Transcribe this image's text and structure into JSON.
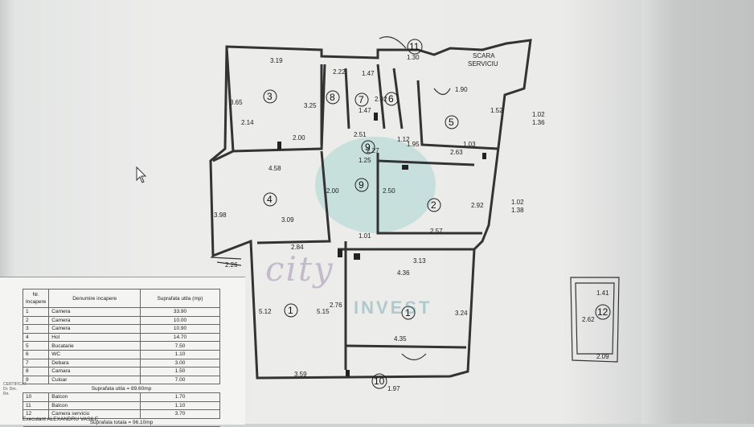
{
  "plan": {
    "rooms": [
      {
        "num": "1"
      },
      {
        "num": "1"
      },
      {
        "num": "2"
      },
      {
        "num": "3"
      },
      {
        "num": "4"
      },
      {
        "num": "5"
      },
      {
        "num": "6"
      },
      {
        "num": "7"
      },
      {
        "num": "8"
      },
      {
        "num": "9"
      },
      {
        "num": "9"
      },
      {
        "num": "10"
      },
      {
        "num": "11"
      },
      {
        "num": "12"
      }
    ],
    "stair_label_1": "SCARA",
    "stair_label_2": "SERVICIU",
    "dims": [
      "3.19",
      "2.22",
      "1.47",
      "1.30",
      "1.90",
      "3.65",
      "3.25",
      "1.47",
      "2.02",
      "2.14",
      "2.00",
      "2.51",
      "2.27",
      "1.03",
      "2.63",
      "1.52",
      "1.02",
      "1.36",
      "4.58",
      "1.25",
      "2.50",
      "2.00",
      "2.92",
      "3.09",
      "2.57",
      "1.02",
      "1.38",
      "2.84",
      "3.13",
      "4.36",
      "5.12",
      "5.15",
      "2.76",
      "3.24",
      "4.35",
      "3.59",
      "1.97",
      "1.41",
      "2.62",
      "2.09",
      "3.98",
      "1.01",
      "1.95",
      "2.26",
      "1.12"
    ]
  },
  "watermark": {
    "text1": "city",
    "text2": "INVEST"
  },
  "table": {
    "headers": [
      "Nr. Incapere",
      "Denumire incapere",
      "Suprafata utila (mp)"
    ],
    "rows": [
      {
        "nr": "1",
        "name": "Camera",
        "area": "33.90"
      },
      {
        "nr": "2",
        "name": "Camera",
        "area": "10.00"
      },
      {
        "nr": "3",
        "name": "Camera",
        "area": "10.90"
      },
      {
        "nr": "4",
        "name": "Hol",
        "area": "14.70"
      },
      {
        "nr": "5",
        "name": "Bucatarie",
        "area": "7.50"
      },
      {
        "nr": "6",
        "name": "WC",
        "area": "1.10"
      },
      {
        "nr": "7",
        "name": "Debara",
        "area": "3.00"
      },
      {
        "nr": "8",
        "name": "Camara",
        "area": "1.50"
      },
      {
        "nr": "9",
        "name": "Culoar",
        "area": "7.00"
      }
    ],
    "sum_util": "Suprafata utila = 89.60mp",
    "rows2": [
      {
        "nr": "10",
        "name": "Balcon",
        "area": "1.70"
      },
      {
        "nr": "11",
        "name": "Balcon",
        "area": "1.10"
      },
      {
        "nr": "12",
        "name": "Camera serviciu",
        "area": "3.70"
      }
    ],
    "sum_total": "Suprafata totala = 96.10mp",
    "executant": "Executant ALEXANDRU VASILE"
  },
  "stamp": "CERTIFICAT Dr. Dm. Rn."
}
